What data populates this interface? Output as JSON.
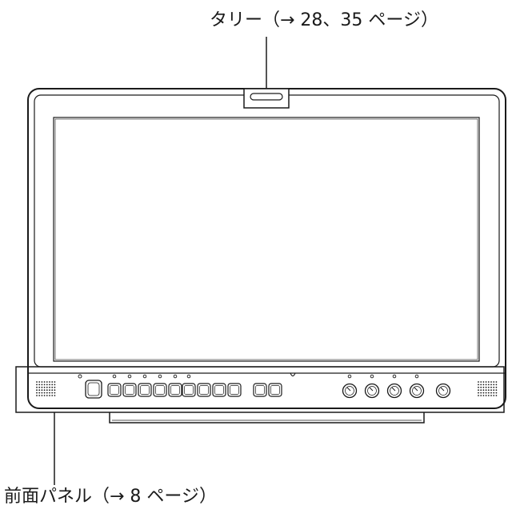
{
  "callouts": {
    "tally": "タリー（→ 28、35 ページ）",
    "front_panel": "前面パネル（→ 8 ページ）"
  },
  "colors": {
    "line": "#1a1a1a",
    "background": "#ffffff"
  },
  "controls": {
    "button_groups": [
      {
        "name": "group-a",
        "count": 5
      },
      {
        "name": "group-b",
        "count": 4
      },
      {
        "name": "group-c",
        "count": 2
      }
    ],
    "knob_count": 5
  }
}
